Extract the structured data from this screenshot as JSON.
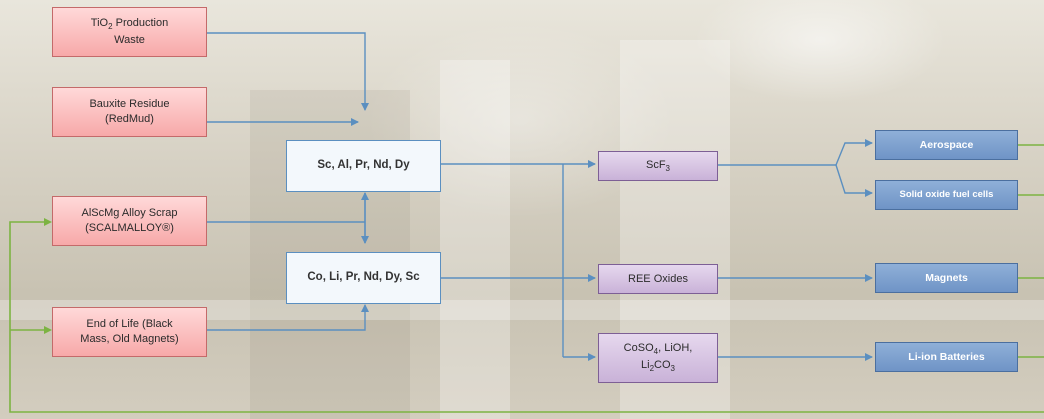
{
  "sources": [
    {
      "line1": "TiO",
      "sub": "2",
      "line1_after": " Production",
      "line2": "Waste"
    },
    {
      "line1": "Bauxite Residue",
      "line2": "(RedMud)"
    },
    {
      "line1": "AlScMg Alloy Scrap",
      "line2": "(SCALMALLOY®)"
    },
    {
      "line1": "End of Life (Black",
      "line2": "Mass, Old Magnets)"
    }
  ],
  "intermediates": [
    {
      "label": "Sc, Al, Pr, Nd, Dy"
    },
    {
      "label": "Co, Li, Pr, Nd, Dy, Sc"
    }
  ],
  "products": [
    {
      "label": "ScF",
      "sub": "3"
    },
    {
      "label": "REE Oxides"
    },
    {
      "line1_a": "CoSO",
      "line1_sub": "4",
      "line1_b": ", LiOH,",
      "line2_a": "Li",
      "line2_sub": "2",
      "line2_b": "CO",
      "line2_sub2": "3"
    }
  ],
  "applications": [
    {
      "label": "Aerospace"
    },
    {
      "label": "Solid oxide fuel cells"
    },
    {
      "label": "Magnets"
    },
    {
      "label": "Li-ion Batteries"
    }
  ],
  "colors": {
    "flow_arrow": "#5b8fc0",
    "recycle_line": "#7cb342"
  }
}
